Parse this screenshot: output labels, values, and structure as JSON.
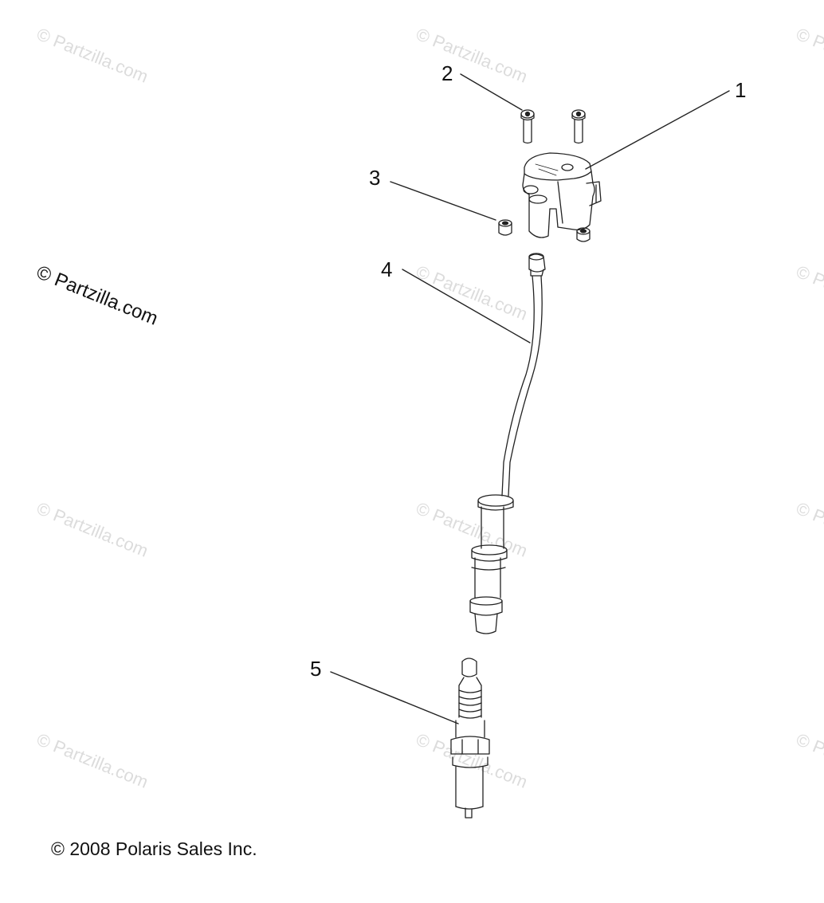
{
  "watermark": "© Partzilla.com",
  "callouts": [
    "1",
    "2",
    "3",
    "4",
    "5"
  ],
  "copyright": "© 2008 Polaris Sales Inc."
}
